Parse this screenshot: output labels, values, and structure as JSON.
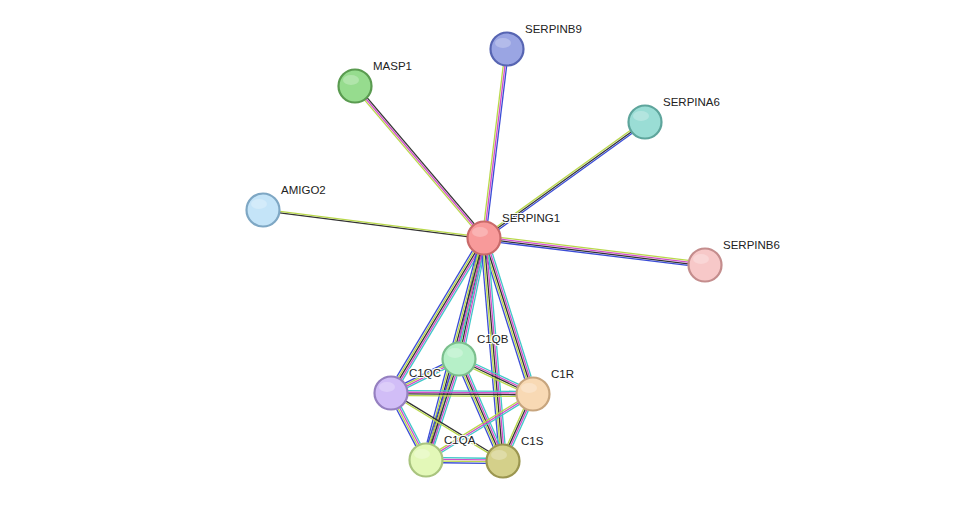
{
  "diagram": {
    "nodes": [
      {
        "text": [
          "SERPINB9"
        ]
      },
      {
        "text": [
          "MASP1"
        ]
      },
      {
        "text": [
          "SERPINA6"
        ]
      },
      {
        "text": [
          "AMIGO2"
        ]
      },
      {
        "text": [
          "SERPING1"
        ]
      },
      {
        "text": [
          "SERPINB6"
        ]
      },
      {
        "text": [
          "C1QB"
        ]
      },
      {
        "text": [
          "C1QC"
        ]
      },
      {
        "text": [
          "C1R"
        ]
      },
      {
        "text": [
          "C1QA"
        ]
      },
      {
        "text": [
          "C1S"
        ]
      }
    ],
    "edges": [
      {
        "from": 4,
        "to": 0,
        "arrow": "none"
      },
      {
        "from": 4,
        "to": 1,
        "arrow": "none"
      },
      {
        "from": 4,
        "to": 2,
        "arrow": "none"
      },
      {
        "from": 4,
        "to": 3,
        "arrow": "none"
      },
      {
        "from": 4,
        "to": 5,
        "arrow": "none"
      },
      {
        "from": 4,
        "to": 6,
        "arrow": "none"
      },
      {
        "from": 4,
        "to": 7,
        "arrow": "none"
      },
      {
        "from": 4,
        "to": 8,
        "arrow": "none"
      },
      {
        "from": 4,
        "to": 9,
        "arrow": "none"
      },
      {
        "from": 4,
        "to": 10,
        "arrow": "none"
      },
      {
        "from": 6,
        "to": 7,
        "arrow": "none"
      },
      {
        "from": 6,
        "to": 8,
        "arrow": "none"
      },
      {
        "from": 6,
        "to": 9,
        "arrow": "none"
      },
      {
        "from": 6,
        "to": 10,
        "arrow": "none"
      },
      {
        "from": 7,
        "to": 8,
        "arrow": "none"
      },
      {
        "from": 7,
        "to": 9,
        "arrow": "none"
      },
      {
        "from": 7,
        "to": 10,
        "arrow": "none"
      },
      {
        "from": 8,
        "to": 9,
        "arrow": "none"
      },
      {
        "from": 8,
        "to": 10,
        "arrow": "none"
      },
      {
        "from": 9,
        "to": 10,
        "arrow": "none"
      }
    ]
  }
}
